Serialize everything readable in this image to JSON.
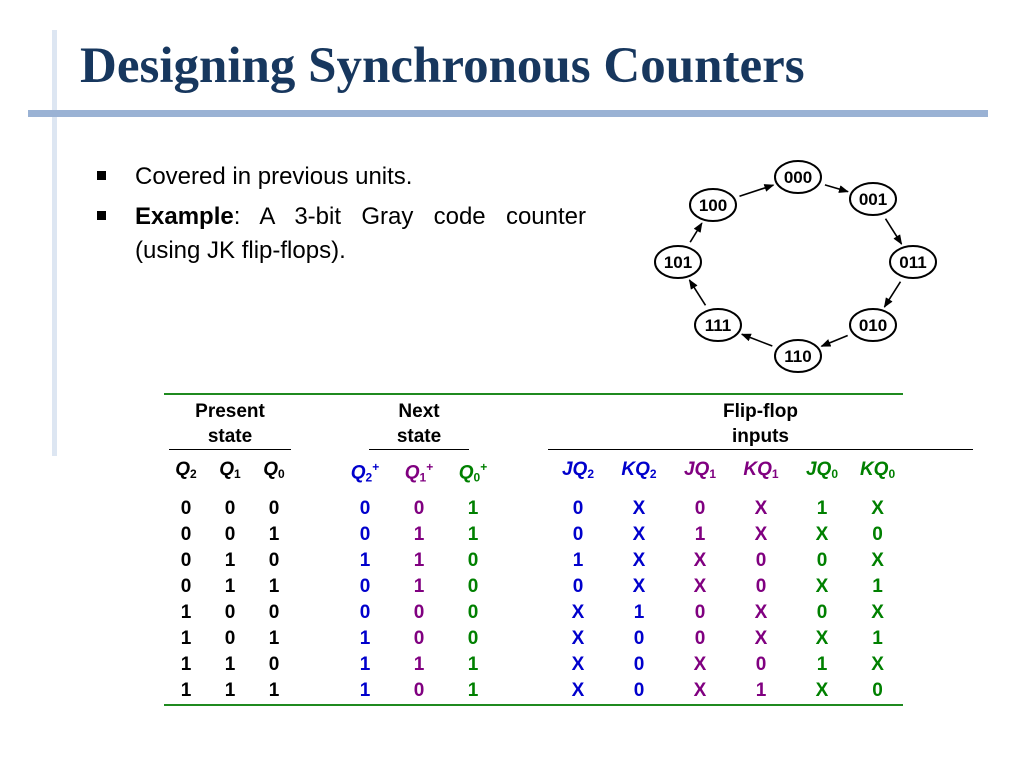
{
  "slide": {
    "title": "Designing Synchronous Counters",
    "bullets": [
      {
        "text": "Covered in previous units."
      },
      {
        "bold": "Example",
        "text": ": A 3-bit Gray code counter (using JK flip-flops)."
      }
    ]
  },
  "colors": {
    "title": "#17375e",
    "title_rule": "#9ab2d4",
    "table_rule": "#1f8a1f",
    "present_state": "#000000",
    "next_blue": "#0000cc",
    "next_purple": "#800080",
    "next_green": "#008000"
  },
  "state_diagram": {
    "states": [
      "000",
      "001",
      "011",
      "010",
      "110",
      "111",
      "101",
      "100"
    ]
  },
  "table": {
    "groups": {
      "present": [
        "Present",
        "state"
      ],
      "next": [
        "Next",
        "state"
      ],
      "flipflop": [
        "Flip-flop",
        "inputs"
      ]
    },
    "columns": [
      {
        "base": "Q",
        "sub": "2",
        "sup": ""
      },
      {
        "base": "Q",
        "sub": "1",
        "sup": ""
      },
      {
        "base": "Q",
        "sub": "0",
        "sup": ""
      },
      {
        "base": "Q",
        "sub": "2",
        "sup": "+"
      },
      {
        "base": "Q",
        "sub": "1",
        "sup": "+"
      },
      {
        "base": "Q",
        "sub": "0",
        "sup": "+"
      },
      {
        "base": "JQ",
        "sub": "2",
        "sup": ""
      },
      {
        "base": "KQ",
        "sub": "2",
        "sup": ""
      },
      {
        "base": "JQ",
        "sub": "1",
        "sup": ""
      },
      {
        "base": "KQ",
        "sub": "1",
        "sup": ""
      },
      {
        "base": "JQ",
        "sub": "0",
        "sup": ""
      },
      {
        "base": "KQ",
        "sub": "0",
        "sup": ""
      }
    ],
    "rows": [
      [
        "0",
        "0",
        "0",
        "0",
        "0",
        "1",
        "0",
        "X",
        "0",
        "X",
        "1",
        "X"
      ],
      [
        "0",
        "0",
        "1",
        "0",
        "1",
        "1",
        "0",
        "X",
        "1",
        "X",
        "X",
        "0"
      ],
      [
        "0",
        "1",
        "0",
        "1",
        "1",
        "0",
        "1",
        "X",
        "X",
        "0",
        "0",
        "X"
      ],
      [
        "0",
        "1",
        "1",
        "0",
        "1",
        "0",
        "0",
        "X",
        "X",
        "0",
        "X",
        "1"
      ],
      [
        "1",
        "0",
        "0",
        "0",
        "0",
        "0",
        "X",
        "1",
        "0",
        "X",
        "0",
        "X"
      ],
      [
        "1",
        "0",
        "1",
        "1",
        "0",
        "0",
        "X",
        "0",
        "0",
        "X",
        "X",
        "1"
      ],
      [
        "1",
        "1",
        "0",
        "1",
        "1",
        "1",
        "X",
        "0",
        "X",
        "0",
        "1",
        "X"
      ],
      [
        "1",
        "1",
        "1",
        "1",
        "0",
        "1",
        "X",
        "0",
        "X",
        "1",
        "X",
        "0"
      ]
    ]
  }
}
